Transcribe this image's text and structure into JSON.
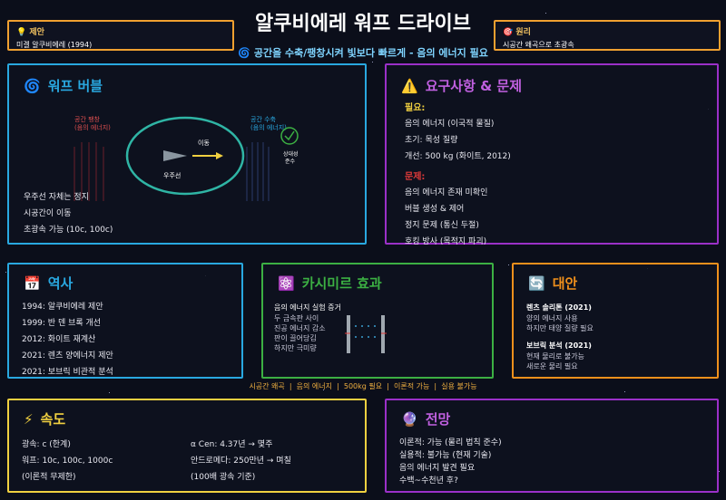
{
  "title": "알쿠비에레 워프 드라이브",
  "subtitle": "공간을 수축/팽창시켜 빛보다 빠르게 - 음의 에너지 필요",
  "proposal": {
    "heading": "제안",
    "text": "미겔 알쿠비에레 (1994)"
  },
  "principle": {
    "heading": "원리",
    "text": "시공간 왜곡으로 초광속"
  },
  "warp_bubble": {
    "title": "워프 버블",
    "expand_label": [
      "공간 팽창",
      "(음의 에너지)"
    ],
    "contract_label": [
      "공간 수축",
      "(음의 에너지)"
    ],
    "move_label": "이동",
    "ship_label": "우주선",
    "relative_label": [
      "상대성",
      "준수"
    ],
    "points": [
      "우주선 자체는 정지",
      "시공간이 이동",
      "초광속 가능 (10c, 100c)"
    ]
  },
  "requirements": {
    "title": "요구사항 & 문제",
    "need_heading": "필요:",
    "needs": [
      "음의 에너지 (이국적 물질)",
      "초기: 목성 질량",
      "개선: 500 kg (화이트, 2012)"
    ],
    "problem_heading": "문제:",
    "problems": [
      "음의 에너지 존재 미확인",
      "버블 생성 & 제어",
      "정지 문제 (통신 두절)",
      "호킹 방사 (목적지 파괴)"
    ]
  },
  "history": {
    "title": "역사",
    "items": [
      "1994: 알쿠비에레 제안",
      "1999: 반 덴 브록 개선",
      "2012: 화이트 재계산",
      "2021: 렌츠 양에너지 제안",
      "2021: 보브릭 비관적 분석"
    ]
  },
  "casimir": {
    "title": "카시미르 효과",
    "heading": "음의 에너지 실험 증거",
    "lines": [
      "두 금속판 사이",
      "진공 에너지 감소",
      "판이 끌어당김",
      "하지만 극미량"
    ]
  },
  "alternatives": {
    "title": "대안",
    "groups": [
      {
        "name": "렌츠 솔리톤 (2021)",
        "lines": [
          "양의 에너지 사용",
          "하지만 태양 질량 필요"
        ]
      },
      {
        "name": "보브릭 분석 (2021)",
        "lines": [
          "현재 물리로 불가능",
          "새로운 물리 필요"
        ]
      }
    ]
  },
  "bottom_bar": [
    "시공간 왜곡",
    "음의 에너지",
    "500kg 필요",
    "이론적 가능",
    "실용 불가능"
  ],
  "speed": {
    "title": "속도",
    "left": [
      "광속: c (한계)",
      "워프: 10c, 100c, 1000c",
      "(이론적 무제한)"
    ],
    "right": [
      "α Cen: 4.37년 → 몇주",
      "안드로메다: 250만년 → 며칠",
      "(100배 광속 기준)"
    ]
  },
  "outlook": {
    "title": "전망",
    "lines": [
      "이론적: 가능 (물리 법칙 준수)",
      "실용적: 불가능 (현재 기술)",
      "음의 에너지 발견 필요",
      "수백~수천년 후?"
    ]
  },
  "colors": {
    "warp": "#29a8e0",
    "requirements": "#9b30c8",
    "history": "#29a8e0",
    "casimir": "#3cb043",
    "alternatives": "#f0901c",
    "speed": "#f0d040",
    "outlook": "#9b30c8"
  }
}
